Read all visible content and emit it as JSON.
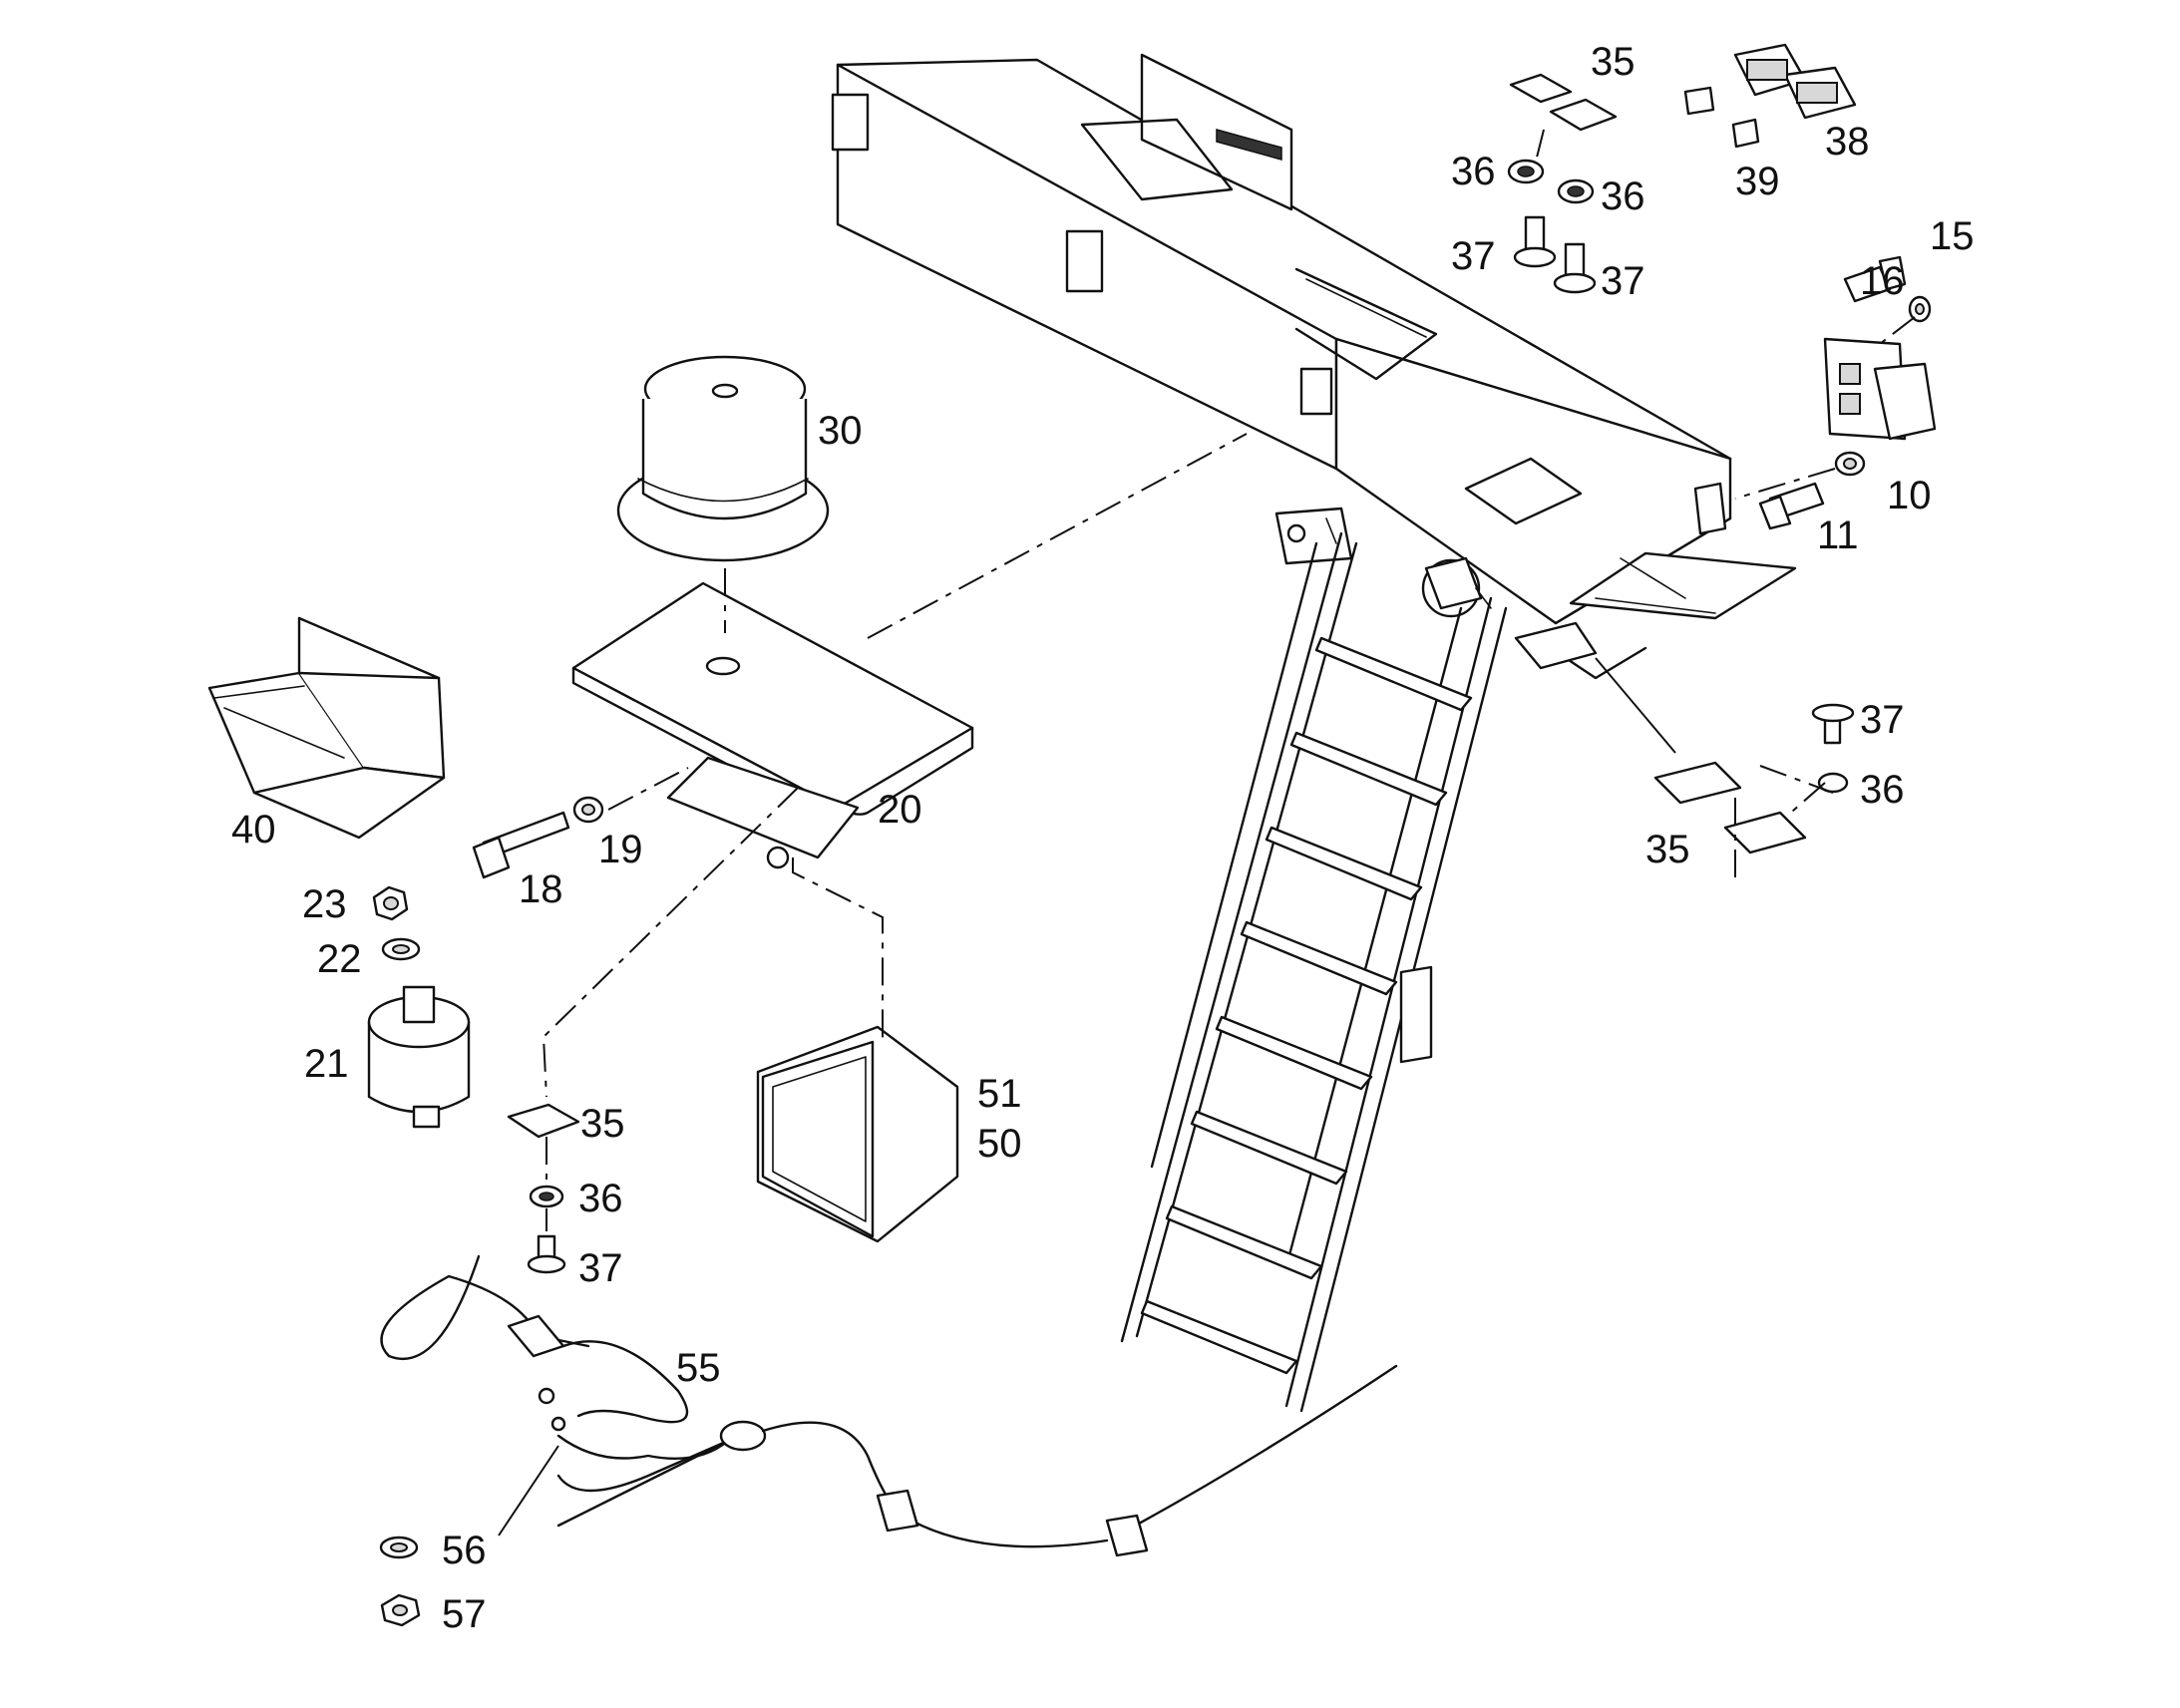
{
  "callouts": {
    "n10": "10",
    "n11": "11",
    "n15": "15",
    "n16": "16",
    "n18": "18",
    "n19": "19",
    "n20": "20",
    "n21": "21",
    "n22": "22",
    "n23": "23",
    "n30": "30",
    "n35a": "35",
    "n35b": "35",
    "n35c": "35",
    "n36a": "36",
    "n36b": "36",
    "n36c": "36",
    "n36d": "36",
    "n37a": "37",
    "n37b": "37",
    "n37c": "37",
    "n37d": "37",
    "n38": "38",
    "n39": "39",
    "n40": "40",
    "n50": "50",
    "n51": "51",
    "n55": "55",
    "n56": "56",
    "n57": "57"
  }
}
